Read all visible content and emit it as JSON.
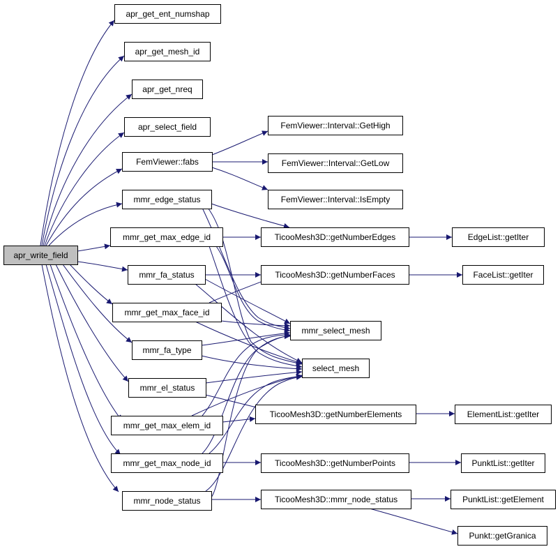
{
  "graph": {
    "nodes": [
      {
        "id": "apr_write_field",
        "label": "apr_write_field",
        "root": true
      },
      {
        "id": "apr_get_ent_numshap",
        "label": "apr_get_ent_numshap"
      },
      {
        "id": "apr_get_mesh_id",
        "label": "apr_get_mesh_id"
      },
      {
        "id": "apr_get_nreq",
        "label": "apr_get_nreq"
      },
      {
        "id": "apr_select_field",
        "label": "apr_select_field"
      },
      {
        "id": "fabs",
        "label": "FemViewer::fabs"
      },
      {
        "id": "mmr_edge_status",
        "label": "mmr_edge_status"
      },
      {
        "id": "mmr_get_max_edge_id",
        "label": "mmr_get_max_edge_id"
      },
      {
        "id": "mmr_fa_status",
        "label": "mmr_fa_status"
      },
      {
        "id": "mmr_get_max_face_id",
        "label": "mmr_get_max_face_id"
      },
      {
        "id": "mmr_fa_type",
        "label": "mmr_fa_type"
      },
      {
        "id": "mmr_el_status",
        "label": "mmr_el_status"
      },
      {
        "id": "mmr_get_max_elem_id",
        "label": "mmr_get_max_elem_id"
      },
      {
        "id": "mmr_get_max_node_id",
        "label": "mmr_get_max_node_id"
      },
      {
        "id": "mmr_node_status",
        "label": "mmr_node_status"
      },
      {
        "id": "GetHigh",
        "label": "FemViewer::Interval::GetHigh"
      },
      {
        "id": "GetLow",
        "label": "FemViewer::Interval::GetLow"
      },
      {
        "id": "IsEmpty",
        "label": "FemViewer::Interval::IsEmpty"
      },
      {
        "id": "getNumberEdges",
        "label": "TicooMesh3D::getNumberEdges"
      },
      {
        "id": "getNumberFaces",
        "label": "TicooMesh3D::getNumberFaces"
      },
      {
        "id": "mmr_select_mesh",
        "label": "mmr_select_mesh"
      },
      {
        "id": "select_mesh",
        "label": "select_mesh"
      },
      {
        "id": "getNumberElements",
        "label": "TicooMesh3D::getNumberElements"
      },
      {
        "id": "getNumberPoints",
        "label": "TicooMesh3D::getNumberPoints"
      },
      {
        "id": "t_mmr_node_status",
        "label": "TicooMesh3D::mmr_node_status"
      },
      {
        "id": "EdgeList_getIter",
        "label": "EdgeList::getIter"
      },
      {
        "id": "FaceList_getIter",
        "label": "FaceList::getIter"
      },
      {
        "id": "ElementList_getIter",
        "label": "ElementList::getIter"
      },
      {
        "id": "PunktList_getIter",
        "label": "PunktList::getIter"
      },
      {
        "id": "PunktList_getElement",
        "label": "PunktList::getElement"
      },
      {
        "id": "Punkt_getGranica",
        "label": "Punkt::getGranica"
      }
    ],
    "colors": {
      "edge": "#191970",
      "node_border": "#000000",
      "node_fill": "#ffffff",
      "root_fill": "#bfbfbf",
      "text": "#000000"
    }
  }
}
